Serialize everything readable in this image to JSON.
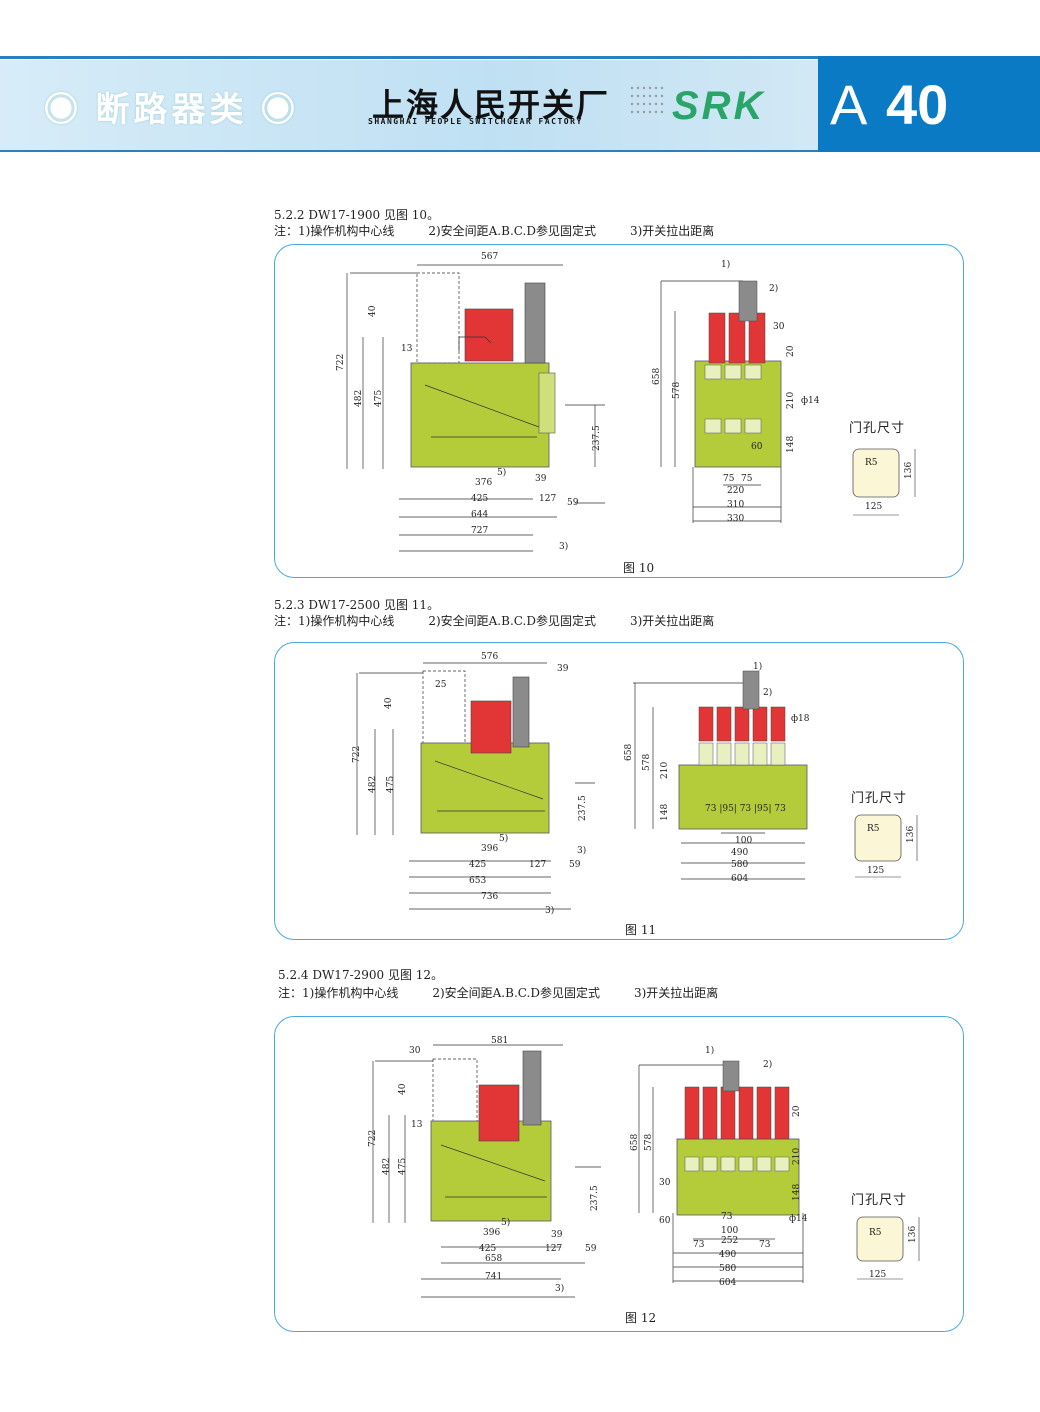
{
  "header": {
    "category": "◉ 断路器类 ◉",
    "company": "上海人民开关厂",
    "company_en": "SHANGHAI PEOPLE SWITCHGEAR FACTORY",
    "brand": "SRK",
    "page_letter": "A",
    "page_number": "40"
  },
  "colors": {
    "header_blue": "#2a7fc1",
    "page_box": "#0a7ac4",
    "frame_green": "#b5cc3a",
    "part_red": "#e23636",
    "part_gray": "#8b8b8b",
    "panel_border": "#4aa8e0",
    "door_fill": "#fbf6d6"
  },
  "sections": [
    {
      "title": "5.2.2 DW17-1900 见图 10。",
      "notes": [
        "注：1)操作机构中心线",
        "2)安全间距A.B.C.D参见固定式",
        "3)开关拉出距离"
      ],
      "caption": "图 10",
      "side_title": "门孔尺寸",
      "left_dims": {
        "top": "567",
        "h1": "722",
        "h2": "482",
        "h3": "475",
        "d40": "40",
        "d13": "13",
        "d237": "237.5",
        "note5": "5)",
        "b376": "376",
        "b39": "39",
        "b425": "425",
        "b127": "127",
        "b59": "59",
        "b644": "644",
        "b727": "727",
        "note3": "3)"
      },
      "right_dims": {
        "n1": "1)",
        "n2": "2)",
        "d30": "30",
        "d20": "20",
        "h658": "658",
        "h578": "578",
        "d210": "210",
        "phi": "ф14",
        "d148": "148",
        "d60": "60",
        "d75a": "75",
        "d75b": "75",
        "w220": "220",
        "w310": "310",
        "w330": "330"
      },
      "door": {
        "r": "R5",
        "w": "125",
        "h": "136"
      }
    },
    {
      "title": "5.2.3 DW17-2500 见图 11。",
      "notes": [
        "注：1)操作机构中心线",
        "2)安全间距A.B.C.D参见固定式",
        "3)开关拉出距离"
      ],
      "caption": "图 11",
      "side_title": "门孔尺寸",
      "left_dims": {
        "top": "576",
        "d39t": "39",
        "d25": "25",
        "d40": "40",
        "h1": "722",
        "h2": "482",
        "h3": "475",
        "d237": "237.5",
        "note5": "5)",
        "b396": "396",
        "note3a": "3)",
        "b425": "425",
        "b127": "127",
        "b59": "59",
        "b653": "653",
        "b736": "736",
        "note3": "3)"
      },
      "right_dims": {
        "n1": "1)",
        "n2": "2)",
        "phi": "ф18",
        "h658": "658",
        "h578": "578",
        "d210": "210",
        "d148": "148",
        "pitch": "73 |95| 73 |95| 73",
        "d100": "100",
        "w490": "490",
        "w580": "580",
        "w604": "604"
      },
      "door": {
        "r": "R5",
        "w": "125",
        "h": "136"
      }
    },
    {
      "title": "5.2.4 DW17-2900 见图 12。",
      "notes": [
        "注：1)操作机构中心线",
        "2)安全间距A.B.C.D参见固定式",
        "3)开关拉出距离"
      ],
      "caption": "图 12",
      "side_title": "门孔尺寸",
      "left_dims": {
        "top": "581",
        "d30": "30",
        "d40": "40",
        "d13": "13",
        "h1": "722",
        "h2": "482",
        "h3": "475",
        "d237": "237.5",
        "note5": "5)",
        "b396": "396",
        "d39": "39",
        "b425": "425",
        "b127": "127",
        "b59": "59",
        "b658": "658",
        "b741": "741",
        "note3": "3)"
      },
      "right_dims": {
        "n1": "1)",
        "n2": "2)",
        "d20": "20",
        "h658": "658",
        "h578": "578",
        "d210": "210",
        "d30": "30",
        "d148": "148",
        "d60": "60",
        "d73": "73",
        "phi": "ф14",
        "d100": "100",
        "d73a": "73",
        "w252": "252",
        "d73b": "73",
        "w490": "490",
        "w580": "580",
        "w604": "604"
      },
      "door": {
        "r": "R5",
        "w": "125",
        "h": "136"
      }
    }
  ]
}
